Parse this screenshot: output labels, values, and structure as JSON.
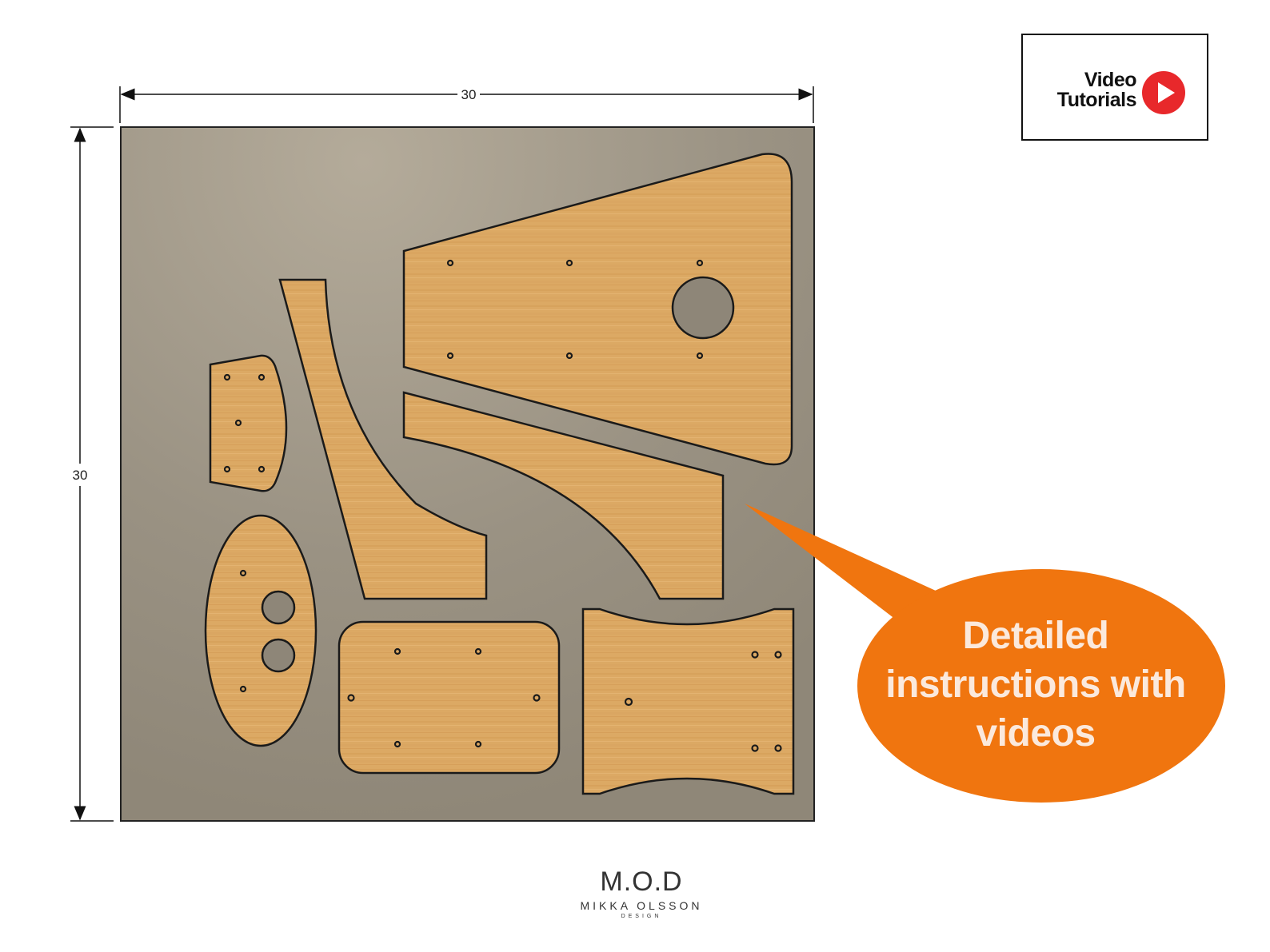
{
  "dimensions": {
    "width_label": "30",
    "height_label": "30"
  },
  "video_button": {
    "line1": "Video",
    "line2": "Tutorials",
    "icon": "play-icon"
  },
  "callout": {
    "line1": "Detailed",
    "line2": "instructions with",
    "line3": "videos"
  },
  "logo": {
    "mark": "M.O.D",
    "name": "MIKKA OLSSON",
    "sub": "DESIGN"
  },
  "colors": {
    "sheet": "#9a9282",
    "wood": "#dca964",
    "callout": "#f0750f",
    "play": "#e8282b"
  }
}
